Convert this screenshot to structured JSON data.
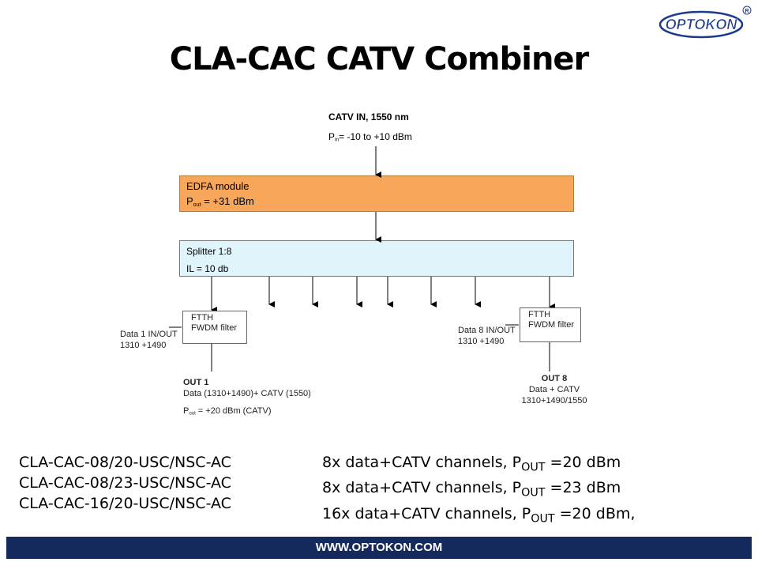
{
  "logo": {
    "text": "OPTOKON",
    "registered": "®"
  },
  "title": "CLA-CAC CATV Combiner",
  "input": {
    "line1": "CATV IN, 1550 nm",
    "p_label": "P",
    "p_sub": "in",
    "p_value": "= -10 to +10 dBm"
  },
  "edfa": {
    "name": "EDFA module",
    "p_label": "P",
    "p_sub": "out",
    "p_value": " = +31 dBm",
    "color": "#f7a65a"
  },
  "splitter": {
    "name": "Splitter 1:8",
    "loss": "IL =  10 db",
    "color": "#dff4fb"
  },
  "data1": {
    "line1": "Data 1 IN/OUT",
    "line2": "1310 +1490"
  },
  "data8": {
    "line1": "Data 8 IN/OUT",
    "line2": "1310 +1490"
  },
  "fwdm1": {
    "line1": "FTTH",
    "line2": "FWDM filter"
  },
  "fwdm8": {
    "line1": "FTTH",
    "line2": "FWDM filter"
  },
  "out1": {
    "title": "OUT 1",
    "line2": "Data (1310+1490)+ CATV (1550)",
    "p_label": "P",
    "p_sub": "out",
    "p_value": " = +20 dBm (CATV)"
  },
  "out8": {
    "title": "OUT 8",
    "line2": "Data + CATV",
    "line3": "1310+1490/1550"
  },
  "models": [
    {
      "code": "CLA-CAC-08/20-USC/NSC-AC",
      "desc": "8x data+CATV channels, P",
      "sub": "OUT",
      "value": " =20 dBm"
    },
    {
      "code": "CLA-CAC-08/23-USC/NSC-AC",
      "desc": "8x data+CATV channels, P",
      "sub": "OUT",
      "value": " =23 dBm"
    },
    {
      "code": "CLA-CAC-16/20-USC/NSC-AC",
      "desc": "16x data+CATV channels, P",
      "sub": "OUT",
      "value": " =20 dBm,"
    }
  ],
  "footer": {
    "url": "WWW.OPTOKON.COM",
    "color": "#152a5c"
  }
}
